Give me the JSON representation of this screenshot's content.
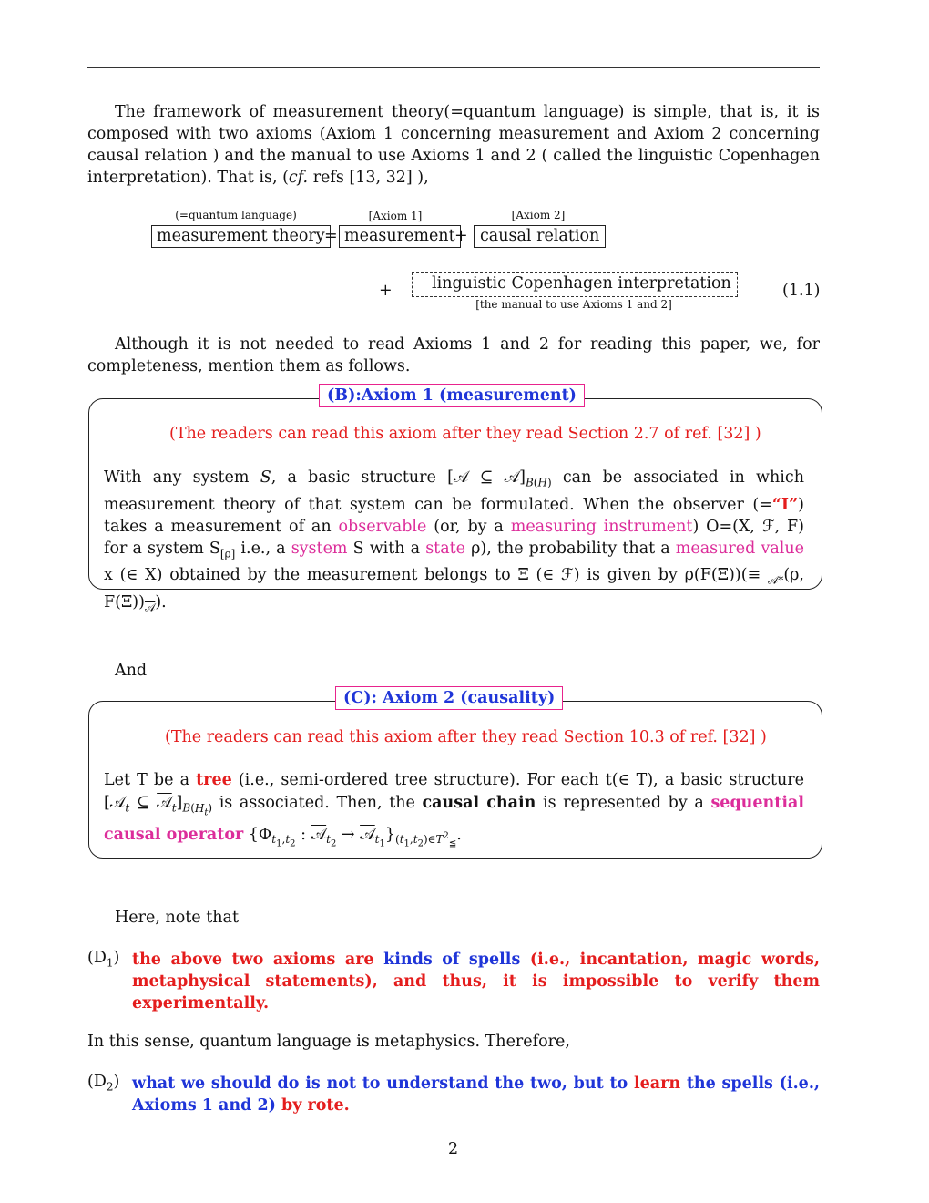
{
  "intro": {
    "p1": "The framework of measurement theory(=quantum language) is simple, that is, it is composed with two axioms (Axiom 1 concerning measurement and Axiom 2 concerning causal relation ) and the manual to use Axioms 1 and 2 ( called the linguistic Copenhagen interpretation). That is, (",
    "p1_cf": "cf.",
    "p1_end": " refs [13, 32] ),"
  },
  "equation": {
    "label_qt": "(=quantum language)",
    "box_mt": "measurement theory",
    "eq": "=",
    "label_ax1": "[Axiom 1]",
    "box_meas": "measurement",
    "plus1": "+",
    "label_ax2": "[Axiom 2]",
    "box_causal": "causal relation",
    "plus2": "+",
    "box_lci": "linguistic Copenhagen interpretation",
    "label_manual": "[the manual to use Axioms 1 and 2]",
    "number": "(1.1)"
  },
  "p2": "Although it is not needed to read Axioms 1 and 2 for reading this paper, we, for completeness, mention them as follows.",
  "axiom1": {
    "title": "(B):Axiom 1 (measurement)",
    "note": "(The readers can read this axiom after they read Section 2.7 of ref. [32] )",
    "body_a": "With any system ",
    "body_b": ", a basic structure [𝒜 ⊆ ",
    "body_c": "]",
    "body_d": " can be associated in which measurement theory of that system can be formulated. When the observer (=",
    "body_I": "“I”",
    "body_e": ") takes a measurement of an ",
    "observable": "observable",
    "body_f": " (or, by a ",
    "measuring_instrument": "measuring instrument",
    "body_g": ") O=(X, ℱ, F) for a system S",
    "body_h": " i.e., a ",
    "system": "system",
    "body_i": " S with a ",
    "state": "state",
    "body_j": " ρ), the probability that a ",
    "measured_value": "measured value",
    "body_k": " x (∈ X) obtained by the measurement belongs to Ξ (∈ ℱ) is given by ρ(F(Ξ))(≡ ",
    "body_l": "(ρ, F(Ξ))",
    "body_m": ")."
  },
  "and_label": "And",
  "axiom2": {
    "title": "(C): Axiom 2 (causality)",
    "note": "(The readers can read this axiom after they read Section 10.3 of ref. [32] )",
    "t1": "Let T be a ",
    "tree": "tree",
    "t2": " (i.e., semi-ordered tree structure). For each t(∈ T), a basic structure [𝒜",
    "t3": " is associated. Then, the ",
    "causal_chain": "causal chain",
    "t4": " is represented by a ",
    "seq": "sequential causal operator",
    "t5": " {Φ",
    "t6": " : ",
    "t7": " → ",
    "t8": "}",
    "t9": "."
  },
  "here": "Here, note that",
  "d1": {
    "label": "(D",
    "sub": "1",
    "close": ")",
    "a": "the above two axioms are ",
    "b": "kinds of spells",
    "c": " (i.e., incantation, magic words, metaphysical statements), and thus, it is impossible to verify them experimentally."
  },
  "sense": "In this sense, quantum language is metaphysics. Therefore,",
  "d2": {
    "label": "(D",
    "sub": "2",
    "close": ")",
    "a": "what we should do is not to understand the two, but to ",
    "b": "learn",
    "c": " the spells (i.e., Axioms 1 and 2) ",
    "d": "by rote."
  },
  "page_number": "2",
  "colors": {
    "red": "#e41d1d",
    "blue": "#1f35d8",
    "magenta": "#dc2d9a"
  }
}
